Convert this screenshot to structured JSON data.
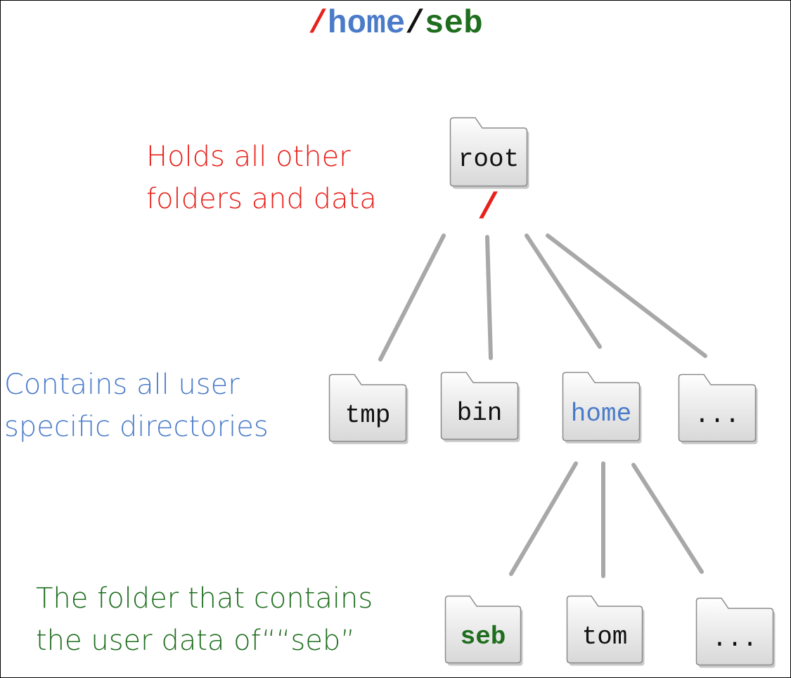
{
  "path": {
    "slash1": "/",
    "home": "home",
    "slash2": "/",
    "seb": "seb"
  },
  "colors": {
    "red": "#e8201a",
    "blue": "#4a7bc9",
    "green": "#1e6e1e",
    "connector": "#a8a8a8"
  },
  "folders": {
    "root": "root",
    "tmp": "tmp",
    "bin": "bin",
    "home": "home",
    "more1": "...",
    "seb": "seb",
    "tom": "tom",
    "more2": "..."
  },
  "root_symbol": "/",
  "annotations": {
    "root": [
      "Holds all other",
      "folders and data"
    ],
    "home": [
      "Contains  all user",
      "specific directories"
    ],
    "seb": [
      "The folder that contains",
      "the user data of““seb”"
    ]
  }
}
